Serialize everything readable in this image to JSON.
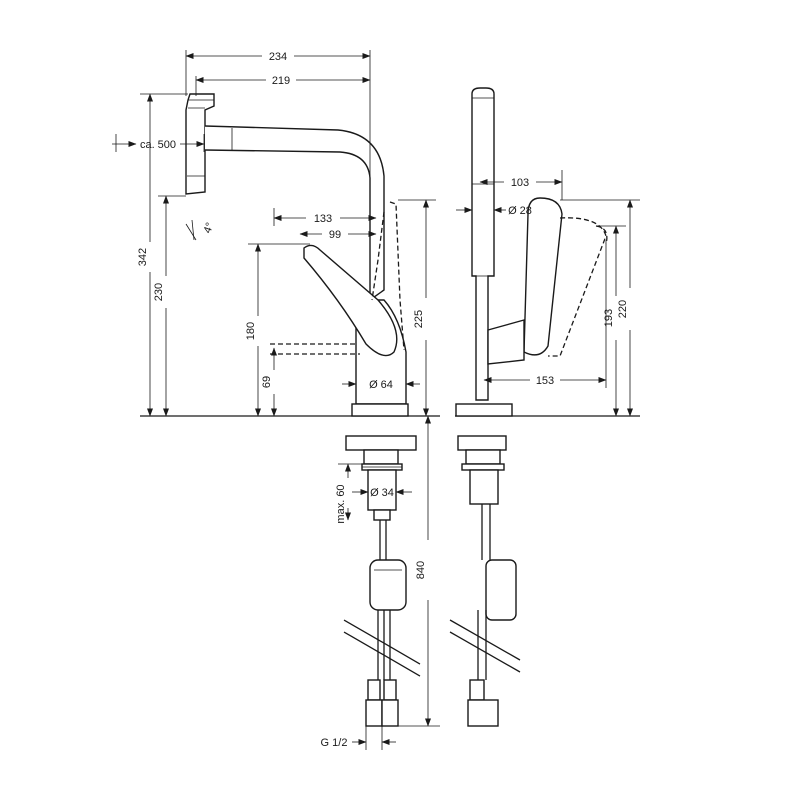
{
  "dimensions": {
    "d234": "234",
    "d219": "219",
    "ca500": "ca. 500",
    "d4deg": "4°",
    "d342": "342",
    "d230": "230",
    "d133": "133",
    "d99": "99",
    "d180": "180",
    "d69": "69",
    "d225": "225",
    "dia64": "Ø 64",
    "d103": "103",
    "dia28": "Ø 28",
    "d153": "153",
    "d193": "193",
    "d220": "220",
    "max60": "max. 60",
    "dia34": "Ø 34",
    "d840": "840",
    "g12": "G 1/2"
  }
}
